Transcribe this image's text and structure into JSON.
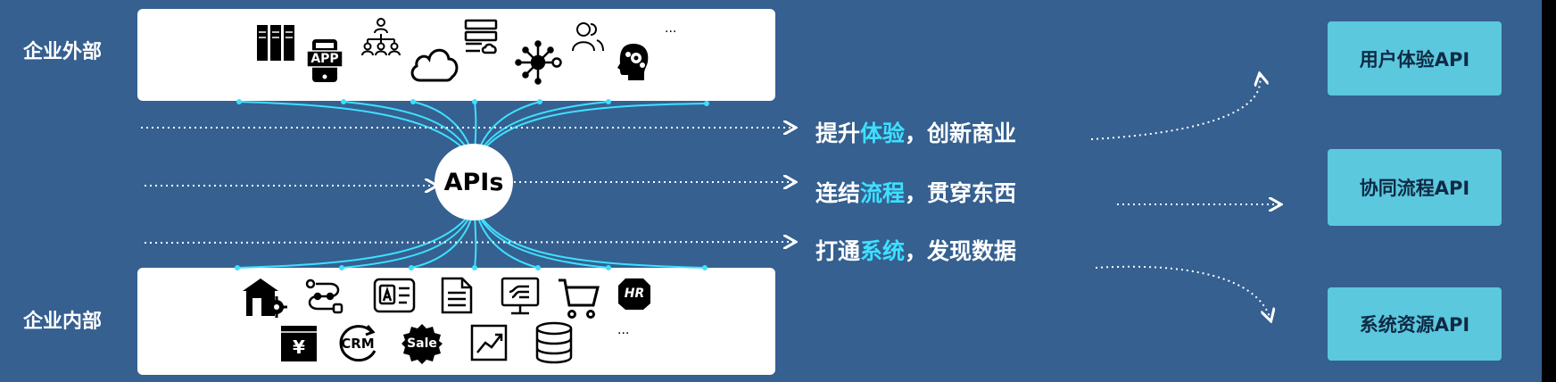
{
  "labels": {
    "external": "企业外部",
    "internal": "企业内部"
  },
  "hub": {
    "label": "APIs"
  },
  "taglines": [
    {
      "pre": "提升",
      "highlight": "体验",
      "post": "，创新商业"
    },
    {
      "pre": "连结",
      "highlight": "流程",
      "post": "，贯穿东西"
    },
    {
      "pre": "打通",
      "highlight": "系统",
      "post": "，发现数据"
    }
  ],
  "api_boxes": [
    "用户体验API",
    "协同流程API",
    "系统资源API"
  ],
  "external_icons": [
    "server-rack-icon",
    "app-phone-icon",
    "org-chart-icon",
    "cloud-icon",
    "cloud-server-icon",
    "network-hub-icon",
    "users-icon",
    "ai-head-icon"
  ],
  "internal_icons": [
    "factory-icon",
    "workflow-icon",
    "contact-card-icon",
    "document-icon",
    "monitor-network-icon",
    "cart-icon",
    "hr-icon",
    "yen-box-icon",
    "crm-icon",
    "sale-badge-icon",
    "chart-icon",
    "database-icon"
  ],
  "icon_text": {
    "app": "APP",
    "hr": "HR",
    "yen": "¥",
    "crm": "CRM",
    "sale": "Sale"
  },
  "ellipsis": {
    "external": "...",
    "internal": "..."
  },
  "colors": {
    "background": "#356090",
    "accent": "#3ee0ff",
    "api_box": "#5bc8de",
    "panel": "#ffffff"
  }
}
